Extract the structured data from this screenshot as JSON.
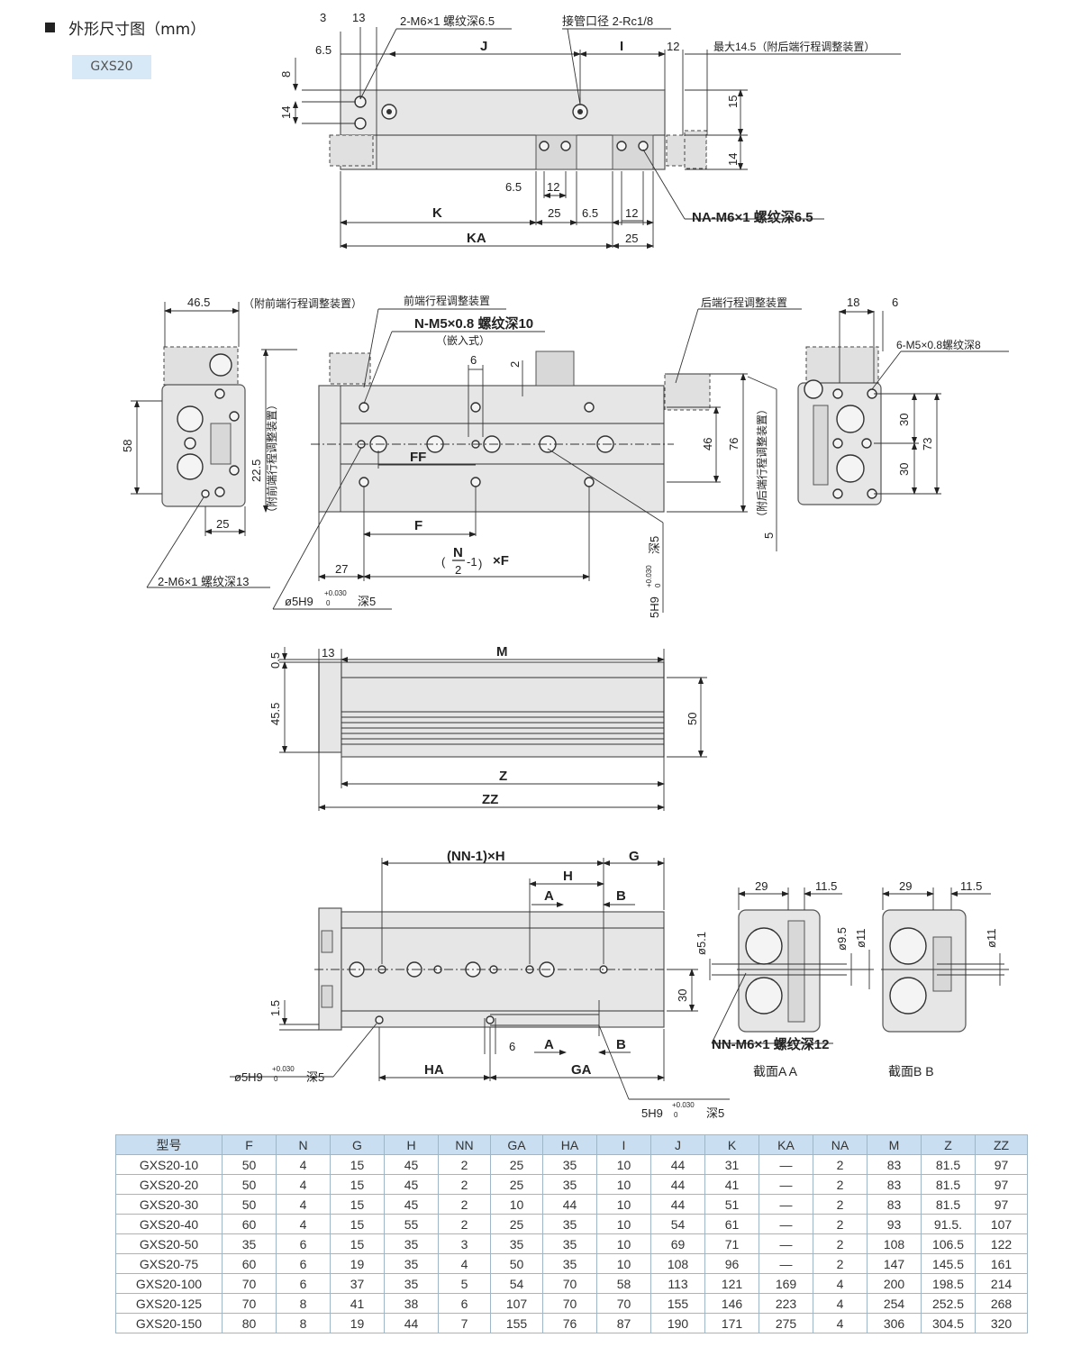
{
  "header": {
    "title": "外形尺寸图（mm）",
    "model": "GXS20"
  },
  "top_view": {
    "d3": "3",
    "d13": "13",
    "d6_5": "6.5",
    "d8": "8",
    "d14": "14",
    "note_m6": "2-M6×1 螺纹深6.5",
    "note_pipe": "接管口径 2-Rc1/8",
    "J": "J",
    "I": "I",
    "d12": "12",
    "max_note": "最大14.5（附后端行程调整装置）",
    "d15": "15",
    "d14b": "14",
    "b6_5": "6.5",
    "b12": "12",
    "K": "K",
    "b25": "25",
    "c6_5": "6.5",
    "c12": "12",
    "na_note": "NA-M6×1 螺纹深6.5",
    "KA": "KA",
    "c25": "25"
  },
  "front_view": {
    "d46_5": "46.5",
    "front_adj_note": "（附前端行程调整装置）",
    "front_adj": "前端行程调整装置",
    "n_note": "N-M5×0.8 螺纹深10",
    "embed": "（嵌入式）",
    "d6": "6",
    "d2": "2",
    "rear_adj": "后端行程调整装置",
    "d18": "18",
    "d6b": "6",
    "m5_note": "6-M5×0.8螺纹深8",
    "d58": "58",
    "d22_5": "22.5",
    "vnote": "（附前端行程调整装置）",
    "FF": "FF",
    "d46": "46",
    "d76": "76",
    "vnote2": "（附后端行程调整装置）",
    "d5": "5",
    "d30a": "30",
    "d30b": "30",
    "d73": "73",
    "d25": "25",
    "F": "F",
    "nf1": "N",
    "nf2": "2",
    "nf3": "-1",
    "nf4": "×F",
    "d27": "27",
    "m6_note": "2-M6×1 螺纹深13",
    "pin1": "ø5H9",
    "pin1_tol_up": "+0.030",
    "pin1_tol_lo": "0",
    "pin1_depth": "深5",
    "slot": "5H9",
    "slot_tol_up": "+0.030",
    "slot_tol_lo": "0",
    "slot_depth": "深5"
  },
  "side_view": {
    "d0_5": "0.5",
    "d13": "13",
    "M": "M",
    "d45_5": "45.5",
    "d50": "50",
    "Z": "Z",
    "ZZ": "ZZ"
  },
  "bottom_view": {
    "nnh": "(NN-1)×H",
    "G": "G",
    "H": "H",
    "A": "A",
    "B": "B",
    "d1_5": "1.5",
    "d30": "30",
    "d6": "6",
    "A2": "A",
    "B2": "B",
    "HA": "HA",
    "GA": "GA",
    "pin": "ø5H9",
    "pin_tol_up": "+0.030",
    "pin_tol_lo": "0",
    "pin_depth": "深5",
    "slot": "5H9",
    "slot_tol_up": "+0.030",
    "slot_tol_lo": "0",
    "slot_depth": "深5"
  },
  "sections": {
    "aa": {
      "d29": "29",
      "d11_5": "11.5",
      "d5_1": "ø5.1",
      "d9_5": "ø9.5",
      "d11": "ø11",
      "label": "截面A A"
    },
    "bb": {
      "d29": "29",
      "d11_5": "11.5",
      "d11": "ø11",
      "label": "截面B B"
    },
    "nn_note": "NN-M6×1 螺纹深12"
  },
  "table": {
    "headers": [
      "型号",
      "F",
      "N",
      "G",
      "H",
      "NN",
      "GA",
      "HA",
      "I",
      "J",
      "K",
      "KA",
      "NA",
      "M",
      "Z",
      "ZZ"
    ],
    "rows": [
      [
        "GXS20-10",
        "50",
        "4",
        "15",
        "45",
        "2",
        "25",
        "35",
        "10",
        "44",
        "31",
        "—",
        "2",
        "83",
        "81.5",
        "97"
      ],
      [
        "GXS20-20",
        "50",
        "4",
        "15",
        "45",
        "2",
        "25",
        "35",
        "10",
        "44",
        "41",
        "—",
        "2",
        "83",
        "81.5",
        "97"
      ],
      [
        "GXS20-30",
        "50",
        "4",
        "15",
        "45",
        "2",
        "10",
        "44",
        "10",
        "44",
        "51",
        "—",
        "2",
        "83",
        "81.5",
        "97"
      ],
      [
        "GXS20-40",
        "60",
        "4",
        "15",
        "55",
        "2",
        "25",
        "35",
        "10",
        "54",
        "61",
        "—",
        "2",
        "93",
        "91.5.",
        "107"
      ],
      [
        "GXS20-50",
        "35",
        "6",
        "15",
        "35",
        "3",
        "35",
        "35",
        "10",
        "69",
        "71",
        "—",
        "2",
        "108",
        "106.5",
        "122"
      ],
      [
        "GXS20-75",
        "60",
        "6",
        "19",
        "35",
        "4",
        "50",
        "35",
        "10",
        "108",
        "96",
        "—",
        "2",
        "147",
        "145.5",
        "161"
      ],
      [
        "GXS20-100",
        "70",
        "6",
        "37",
        "35",
        "5",
        "54",
        "70",
        "58",
        "113",
        "121",
        "169",
        "4",
        "200",
        "198.5",
        "214"
      ],
      [
        "GXS20-125",
        "70",
        "8",
        "41",
        "38",
        "6",
        "107",
        "70",
        "70",
        "155",
        "146",
        "223",
        "4",
        "254",
        "252.5",
        "268"
      ],
      [
        "GXS20-150",
        "80",
        "8",
        "19",
        "44",
        "7",
        "155",
        "76",
        "87",
        "190",
        "171",
        "275",
        "4",
        "306",
        "304.5",
        "320"
      ]
    ]
  }
}
